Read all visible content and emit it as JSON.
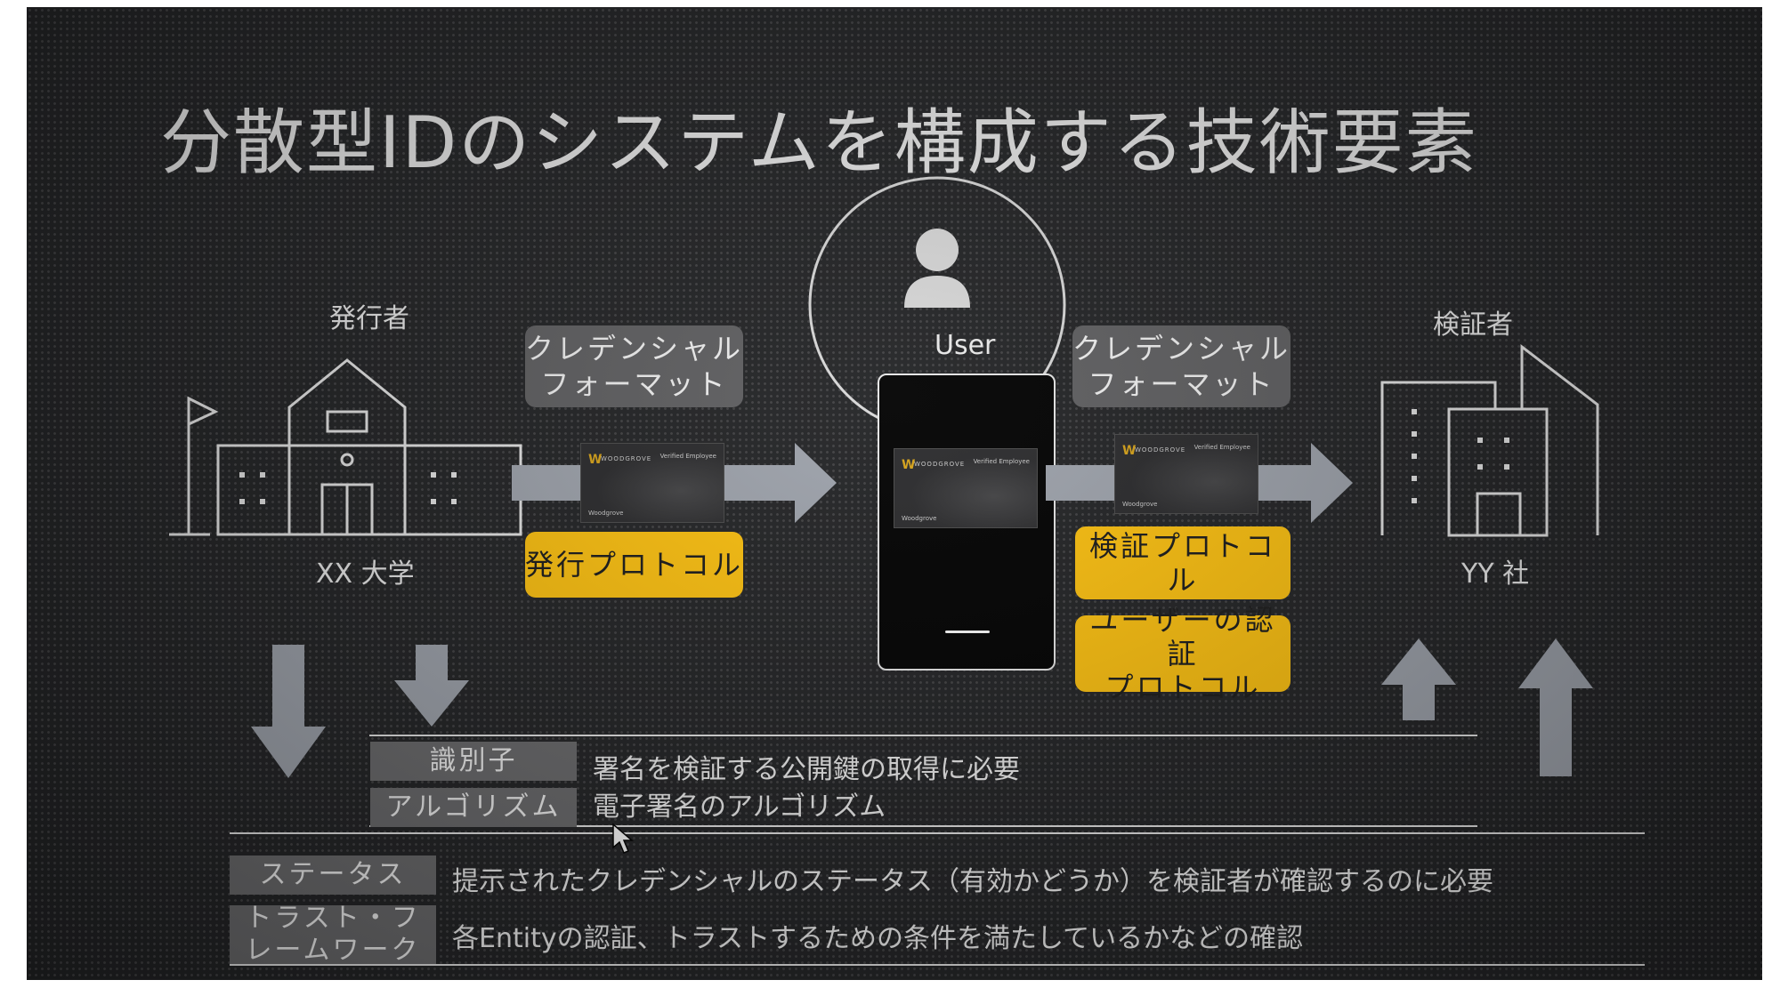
{
  "title": "分散型IDのシステムを構成する技術要素",
  "issuer": {
    "role": "発行者",
    "name": "XX 大学"
  },
  "user": {
    "label": "User"
  },
  "verifier": {
    "role": "検証者",
    "name": "YY 社"
  },
  "left_format": {
    "line1": "クレデンシャル",
    "line2": "フォーマット"
  },
  "right_format": {
    "line1": "クレデンシャル",
    "line2": "フォーマット"
  },
  "issue_protocol": "発行プロトコル",
  "verify_protocol": "検証プロトコル",
  "auth_protocol": {
    "line1": "ユーザーの認証",
    "line2": "プロトコル"
  },
  "card": {
    "brand": "WOODGROVE",
    "badge": "Verified Employee",
    "footer": "Woodgrove"
  },
  "rows": [
    {
      "tag": "識別子",
      "desc": "署名を検証する公開鍵の取得に必要"
    },
    {
      "tag": "アルゴリズム",
      "desc": "電子署名のアルゴリズム"
    },
    {
      "tag": "ステータス",
      "desc": "提示されたクレデンシャルのステータス（有効かどうか）を検証者が確認するのに必要"
    },
    {
      "tag_line1": "トラスト・フ",
      "tag_line2": "レームワーク",
      "desc": "各Entityの認証、トラストするための条件を満たしているかなどの確認"
    }
  ],
  "colors": {
    "background": "#222325",
    "accent": "#ffc20e",
    "arrow": "#9fa4ad",
    "tag": "#6a6a6c"
  }
}
